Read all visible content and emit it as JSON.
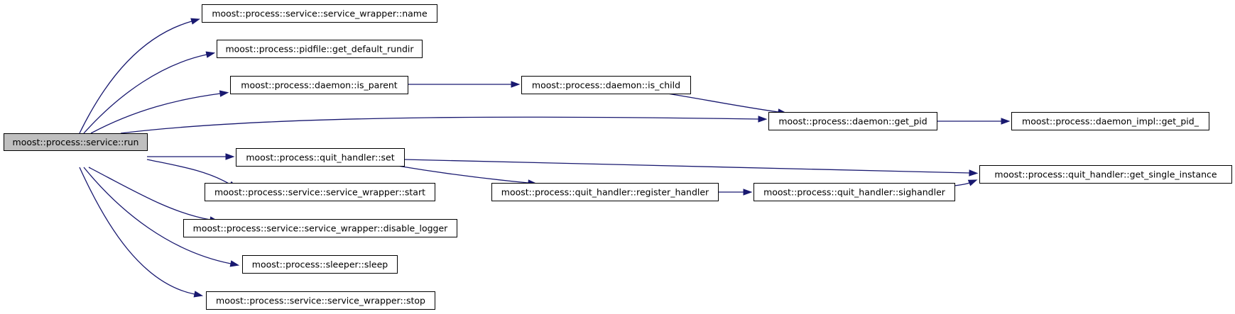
{
  "colors": {
    "edge": "#191970",
    "node_border": "#000000",
    "node_fill": "#ffffff",
    "root_fill": "#bfbfbf"
  },
  "nodes": {
    "run": "moost::process::service::run",
    "name": "moost::process::service::service_wrapper::name",
    "rundir": "moost::process::pidfile::get_default_rundir",
    "is_parent": "moost::process::daemon::is_parent",
    "is_child": "moost::process::daemon::is_child",
    "get_pid": "moost::process::daemon::get_pid",
    "get_pid_impl": "moost::process::daemon_impl::get_pid_",
    "qh_set": "moost::process::quit_handler::set",
    "get_single_instance": "moost::process::quit_handler::get_single_instance",
    "start": "moost::process::service::service_wrapper::start",
    "register_handler": "moost::process::quit_handler::register_handler",
    "sighandler": "moost::process::quit_handler::sighandler",
    "disable_logger": "moost::process::service::service_wrapper::disable_logger",
    "sleep": "moost::process::sleeper::sleep",
    "stop": "moost::process::service::service_wrapper::stop"
  },
  "edges": [
    {
      "from": "run",
      "to": "name"
    },
    {
      "from": "run",
      "to": "rundir"
    },
    {
      "from": "run",
      "to": "is_parent"
    },
    {
      "from": "run",
      "to": "get_pid"
    },
    {
      "from": "run",
      "to": "qh_set"
    },
    {
      "from": "run",
      "to": "start"
    },
    {
      "from": "run",
      "to": "disable_logger"
    },
    {
      "from": "run",
      "to": "sleep"
    },
    {
      "from": "run",
      "to": "stop"
    },
    {
      "from": "is_parent",
      "to": "is_child"
    },
    {
      "from": "is_child",
      "to": "get_pid"
    },
    {
      "from": "get_pid",
      "to": "get_pid_impl"
    },
    {
      "from": "qh_set",
      "to": "get_single_instance"
    },
    {
      "from": "qh_set",
      "to": "register_handler"
    },
    {
      "from": "register_handler",
      "to": "sighandler"
    },
    {
      "from": "sighandler",
      "to": "get_single_instance"
    }
  ]
}
